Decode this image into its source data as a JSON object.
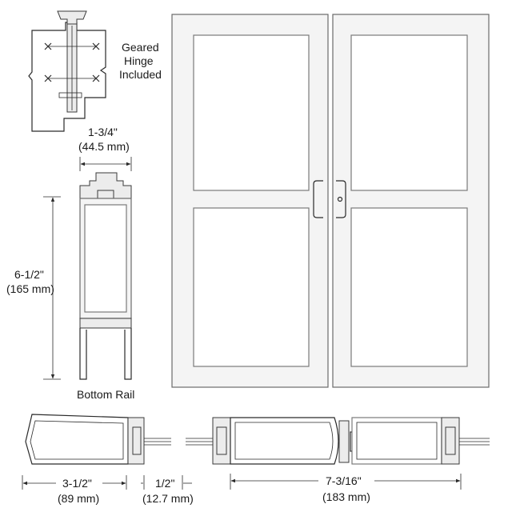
{
  "labels": {
    "hinge": [
      "Geared",
      "Hinge",
      "Included"
    ],
    "rail_width_fraction": "1-3/4\"",
    "rail_width_metric": "(44.5 mm)",
    "rail_height_fraction": "6-1/2\"",
    "rail_height_metric": "(165 mm)",
    "bottom_rail": "Bottom Rail",
    "stile_width_fraction": "3-1/2\"",
    "stile_width_metric": "(89 mm)",
    "gap_fraction": "1/2\"",
    "gap_metric": "(12.7 mm)",
    "meeting_stile_fraction": "7-3/16\"",
    "meeting_stile_metric": "(183 mm)"
  },
  "colors": {
    "line": "#2a2a2a",
    "frame_fill": "#f4f4f4",
    "glass_fill": "#ffffff"
  }
}
